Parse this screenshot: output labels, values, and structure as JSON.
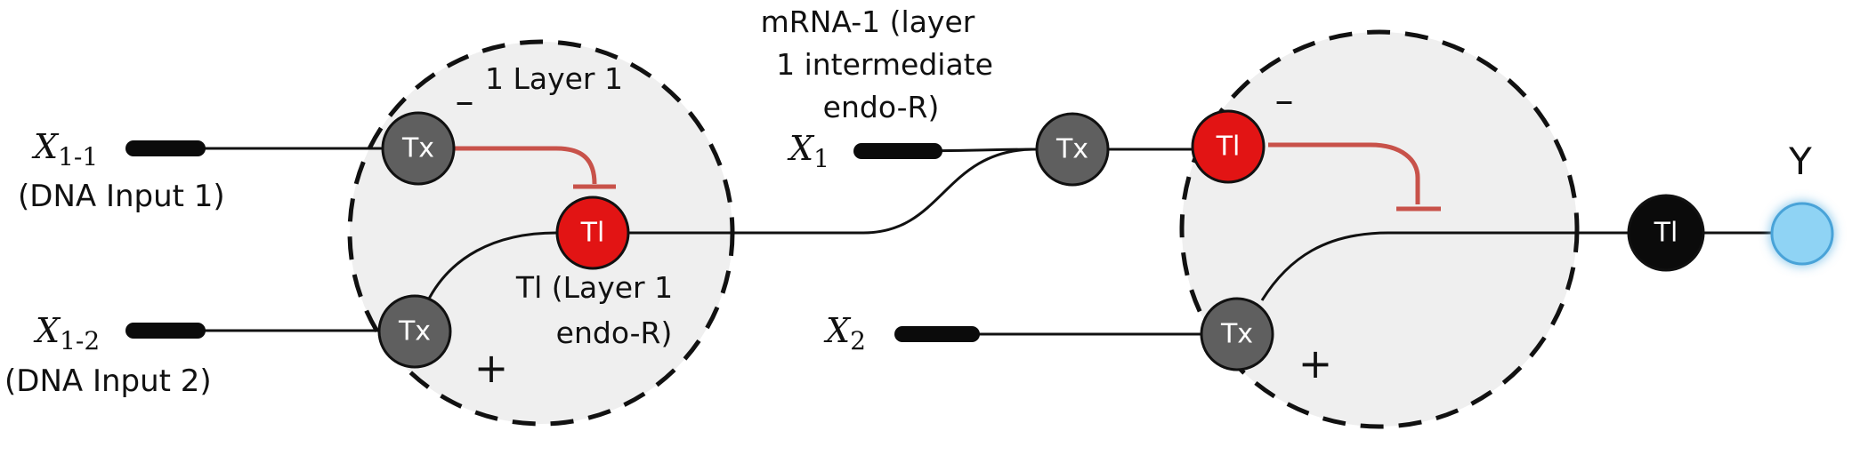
{
  "inputs": {
    "x11_var": "X",
    "x11_sub": "1-1",
    "x11_desc": "(DNA Input 1)",
    "x12_var": "X",
    "x12_sub": "1-2",
    "x12_desc": "(DNA Input 2)",
    "x1_var": "X",
    "x1_sub": "1",
    "x2_var": "X",
    "x2_sub": "2"
  },
  "layer1": {
    "title": "1 Layer 1",
    "tx_top": "Tx",
    "tx_bottom": "Tx",
    "tl": "Tl",
    "tl_label_line1": "Tl (Layer 1",
    "tl_label_line2": "endo-R)",
    "minus": "–",
    "plus": "+"
  },
  "mrna": {
    "line1": "mRNA-1 (layer",
    "line2": "1 intermediate",
    "line3": "endo-R)"
  },
  "layer2": {
    "tx_top": "Tx",
    "tl_red": "Tl",
    "tx_bottom": "Tx",
    "minus": "–",
    "plus": "+"
  },
  "output": {
    "tl": "Tl",
    "label": "Y"
  },
  "colors": {
    "gray_node": "#5f5f5f",
    "red_node": "#e21414",
    "black_node": "#0b0b0b",
    "repress": "#c8524a",
    "output_node": "#8fd3f4",
    "circle_fill": "#efefef"
  }
}
